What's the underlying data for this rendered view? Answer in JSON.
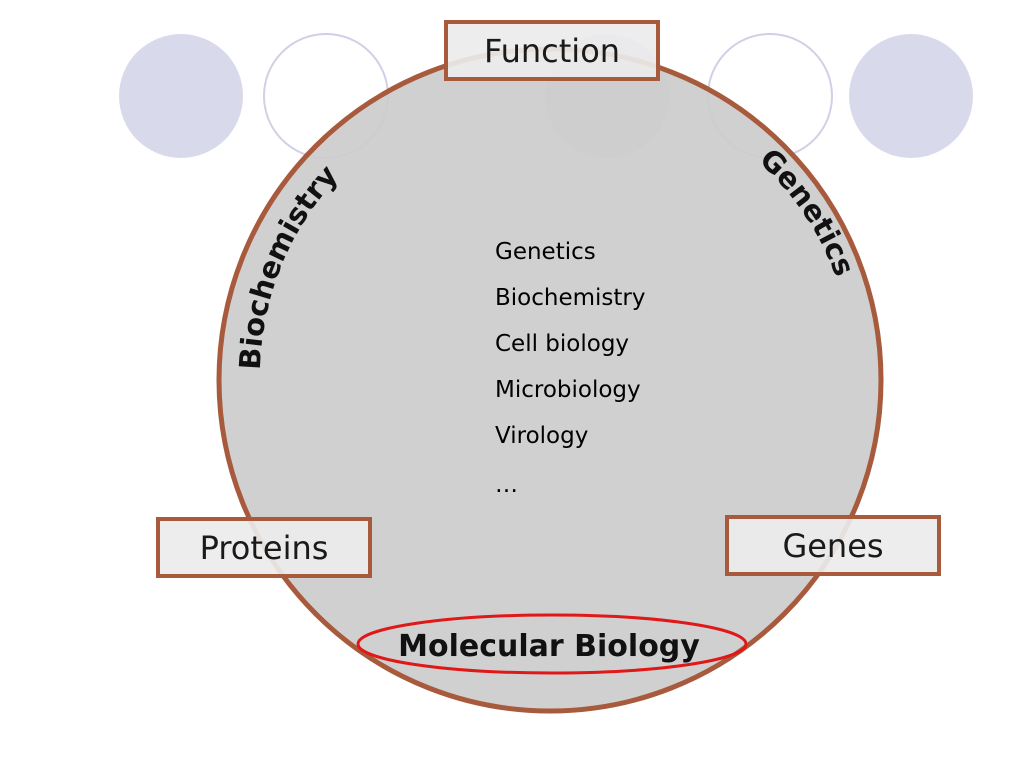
{
  "colors": {
    "main_circle_fill": "#cccccc",
    "main_circle_stroke": "#a85a3c",
    "deco_filled": "#d9d9ec",
    "deco_outline": "#d0d0e6",
    "box_fill": "#ececec",
    "box_stroke": "#a85a3c",
    "highlight_ellipse": "#e01818"
  },
  "boxes": {
    "function": "Function",
    "proteins": "Proteins",
    "genes": "Genes"
  },
  "arcs": {
    "left": "Biochemistry",
    "right": "Genetics"
  },
  "bottom_label": "Molecular Biology",
  "fields": [
    "Genetics",
    "Biochemistry",
    "Cell biology",
    "Microbiology",
    "Virology",
    "…"
  ]
}
